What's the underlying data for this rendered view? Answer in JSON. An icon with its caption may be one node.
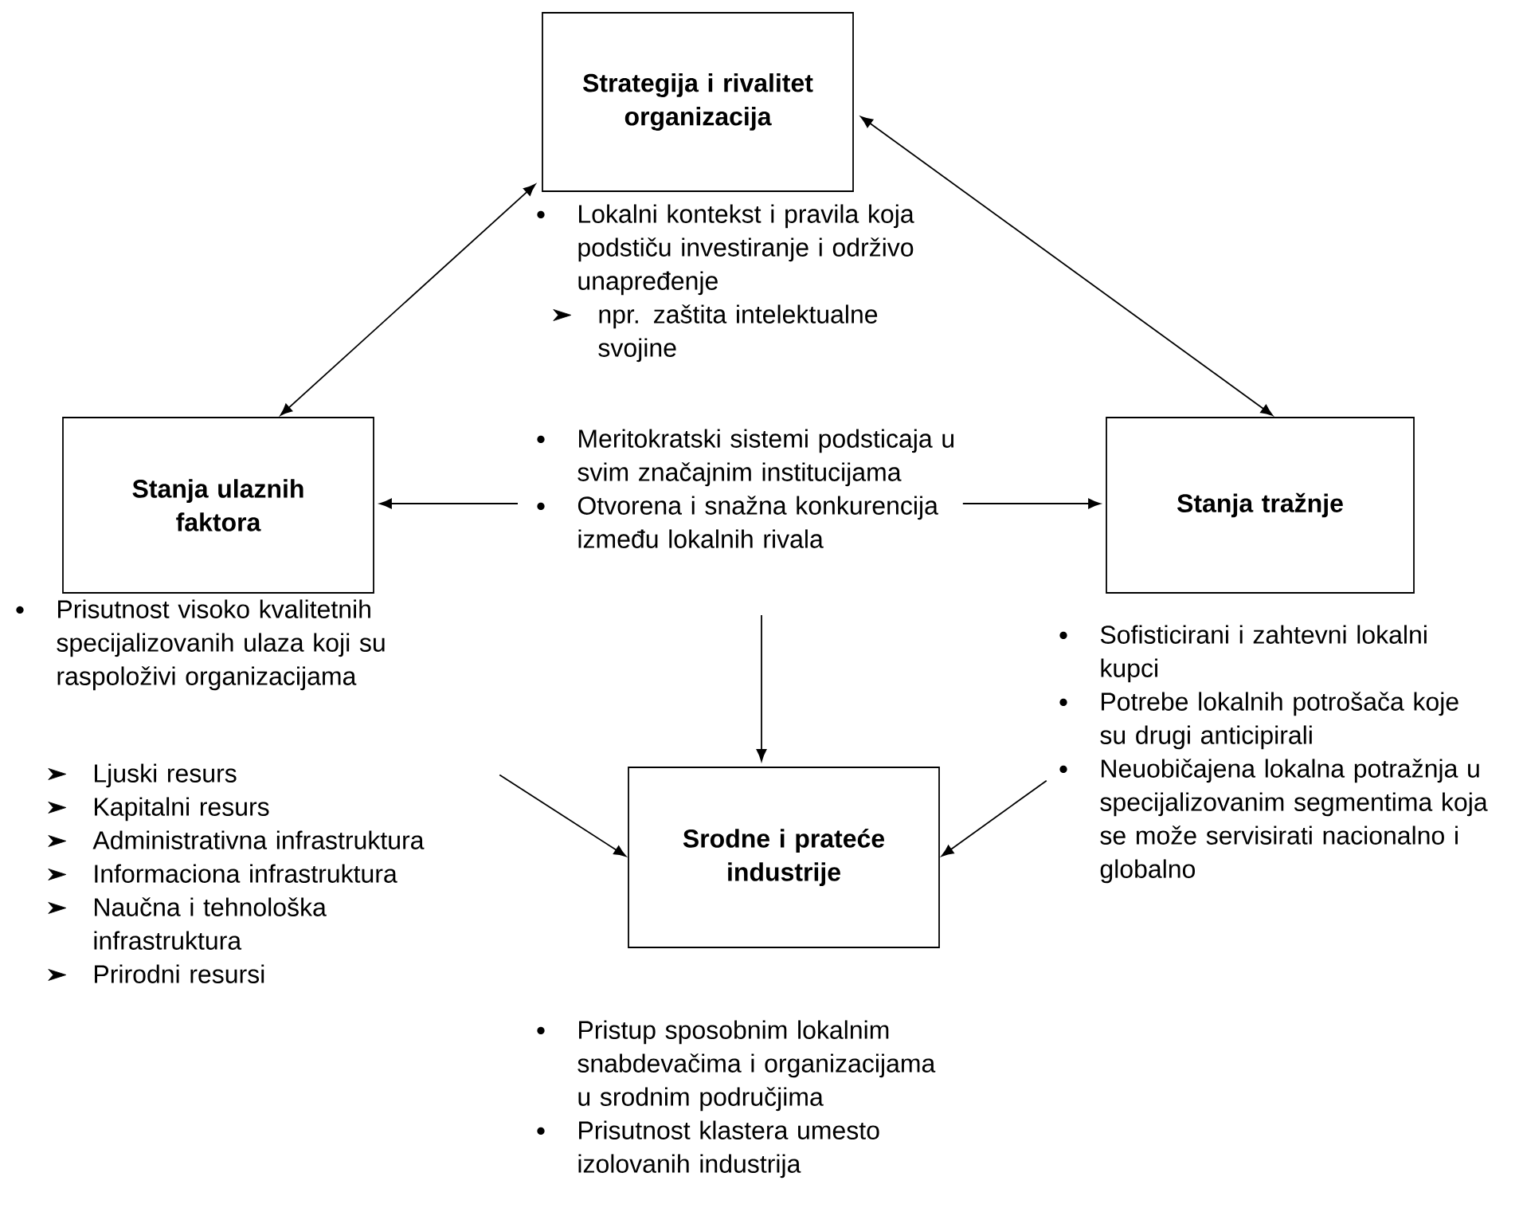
{
  "diagram": {
    "nodes": [
      {
        "text": [
          "Strategija i rivalitet organizacija"
        ]
      },
      {
        "text": [
          "Stanja ulaznih faktora"
        ]
      },
      {
        "text": [
          "Lokalni kontekst i pravila koja podstiču investiranje i održivo unapređenje",
          "npr. zaštita intelektualne svojine",
          "Meritokratski sistemi podsticaja u svim značajnim institucijama",
          "Otvorena i snažna konkurencija između lokalnih rivala"
        ]
      },
      {
        "text": [
          "Stanja tražnje"
        ]
      },
      {
        "text": [
          "Prisutnost visoko kvalitetnih specijalizovanih ulaza koji su raspoloživi organizacijama",
          "Ljuski resurs",
          "Kapitalni resurs",
          "Administrativna infrastruktura",
          "Informaciona infrastruktura",
          "Naučna i tehnološka infrastruktura",
          "Prirodni resursi"
        ]
      },
      {
        "text": [
          "Sofisticirani i zahtevni lokalni kupci",
          "Potrebe lokalnih potrošača koje su drugi anticipirali",
          "Neuobičajena lokalna potražnja u specijalizovanim segmentima koja se može servisirati nacionalno i globalno"
        ]
      },
      {
        "text": [
          "Srodne i prateće industrije"
        ],
        "beside": [
          "Pristup sposobnim lokalnim snabdevačima i organizacijama u srodnim područjima",
          "Prisutnost klastera umesto izolovanih industrija"
        ]
      }
    ],
    "edges": [
      {
        "from": 0,
        "to": 1,
        "arrow": "both"
      },
      {
        "from": 0,
        "to": 3,
        "arrow": "both"
      },
      {
        "from": 2,
        "to": 1,
        "arrow": "to"
      },
      {
        "from": 2,
        "to": 3,
        "arrow": "to"
      },
      {
        "from": 2,
        "to": 6,
        "arrow": "to"
      },
      {
        "from": 4,
        "to": 6,
        "arrow": "to"
      },
      {
        "from": 5,
        "to": 6,
        "arrow": "to"
      }
    ]
  }
}
